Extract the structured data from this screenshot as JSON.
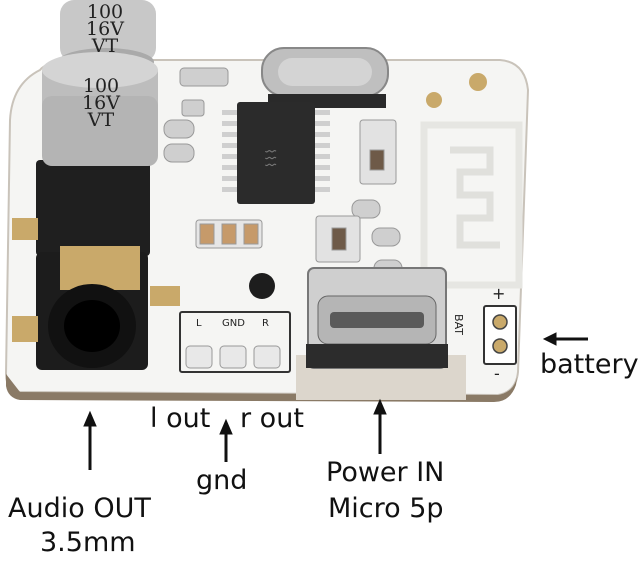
{
  "labels": {
    "battery": "battery",
    "l_out": "l out",
    "r_out": "r out",
    "gnd": "gnd",
    "power_line1": "Power IN",
    "power_line2": "Micro 5p",
    "audio_line1": "Audio OUT",
    "audio_line2": "3.5mm"
  },
  "board": {
    "capacitor_top": [
      "100",
      "16V",
      "VT"
    ],
    "capacitor_bottom": [
      "100",
      "16V",
      "VT"
    ],
    "silk_bat": "BAT",
    "silk_bat_plus": "+",
    "silk_bat_minus": "-",
    "silk_channels": [
      "L",
      "GND",
      "R"
    ]
  },
  "colors": {
    "pcb": "#f4f4f2",
    "pcb_edge": "#8a7a66",
    "chip": "#2b2b2b",
    "gold": "#c9a96a",
    "jack": "#1c1c1c",
    "capacitor": "#c8c8c8"
  }
}
